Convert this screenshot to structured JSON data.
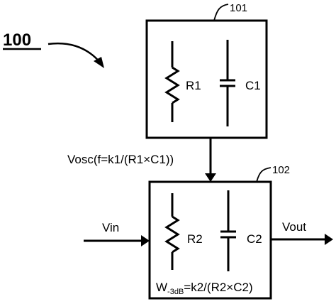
{
  "figure": {
    "ref_main": "100",
    "ref_box_top": "101",
    "ref_box_bottom": "102",
    "resistor_top": "R1",
    "capacitor_top": "C1",
    "resistor_bottom": "R2",
    "capacitor_bottom": "C2",
    "osc_signal": "Vosc(f=k1/(R1×C1))",
    "input_label": "Vin",
    "output_label": "Vout",
    "bandwidth_prefix": "W",
    "bandwidth_subscript": "-3dB",
    "bandwidth_formula": "=k2/(R2×C2)"
  }
}
